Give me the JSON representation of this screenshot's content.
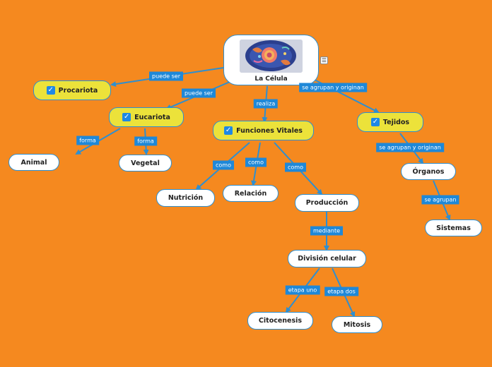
{
  "central": {
    "title": "La Célula",
    "image_icon": "cell-illustration"
  },
  "nodes": {
    "procariota": "Procariota",
    "eucariota": "Eucariota",
    "funciones": "Funciones Vitales",
    "tejidos": "Tejidos",
    "animal": "Animal",
    "vegetal": "Vegetal",
    "nutricion": "Nutrición",
    "relacion": "Relación",
    "produccion": "Producción",
    "organos": "Órganos",
    "sistemas": "Sistemas",
    "division": "División celular",
    "citocenesis": "Citocenesis",
    "mitosis": "Mitosis"
  },
  "labels": {
    "puede_ser_1": "puede ser",
    "puede_ser_2": "puede ser",
    "realiza": "realiza",
    "agrupan_1": "se agrupan y originan",
    "forma_1": "forma",
    "forma_2": "forma",
    "como_1": "como",
    "como_2": "como",
    "como_3": "como",
    "agrupan_2": "se agrupan y originan",
    "se_agrupan": "se agrupan",
    "mediante": "mediante",
    "etapa_uno": "etapa uno",
    "etapa_dos": "etapa dos"
  },
  "colors": {
    "background": "#f5891f",
    "accent": "#1e88d8",
    "topic": "#ece23a",
    "node": "#ffffff"
  }
}
